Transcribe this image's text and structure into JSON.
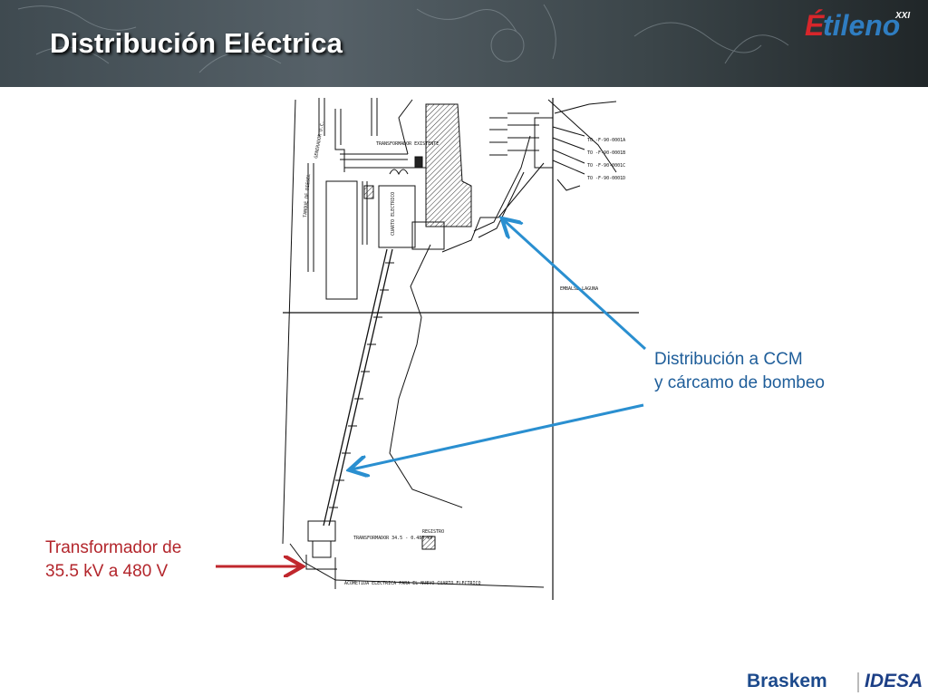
{
  "slide": {
    "title": "Distribución Eléctrica",
    "brand_logo": {
      "accent": "É",
      "word": "tileno",
      "suffix": "XXI"
    }
  },
  "annotations": {
    "ccm_line1": "Distribución a CCM",
    "ccm_line2": "y cárcamo de bombeo",
    "transformer_line1": "Transformador de",
    "transformer_line2": "35.5 kV a 480 V"
  },
  "drawing_labels": {
    "transformer_existing": "TRANSFORMADOR EXISTENTE",
    "generator": "GENERADOR D.C.",
    "diesel_tank": "TANQUE DE DIESEL",
    "electric_room": "CUARTO ELECTRICO",
    "ambulance": "EMBALSE LAGUNA",
    "registro": "REGISTRO",
    "transformer_new": "TRANSFORMADOR 34.5 - 0.480 kV",
    "feed": "ACOMETIDA ELECTRICA PARA EL NUEVO CUARTO ELECTRICO",
    "to1": "TO -F-90-0001A",
    "to2": "TO -F-90-0001B",
    "to3": "TO -F-90-0001C",
    "to4": "TO -F-90-0001D"
  },
  "footer": {
    "logo_left": "Braskem",
    "logo_right": "IDESA"
  },
  "colors": {
    "ccm_arrow": "#2a8fd0",
    "transformer_arrow": "#c0272d",
    "ccm_text": "#1f5e9a",
    "transformer_text": "#b3262c"
  }
}
